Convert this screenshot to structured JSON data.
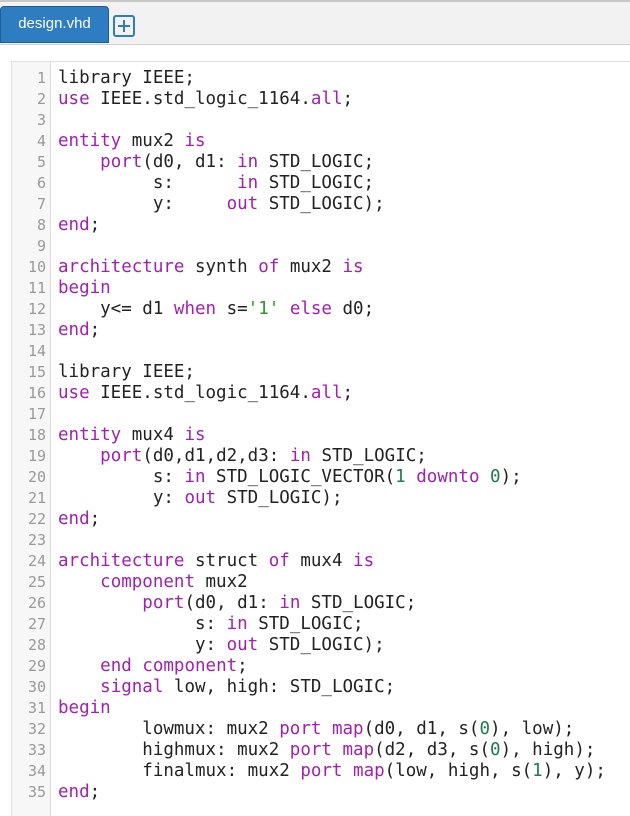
{
  "tab": {
    "filename": "design.vhd",
    "add_icon": "plus-square-icon"
  },
  "colors": {
    "keyword": "#a31eb3",
    "string": "#2a9a2a",
    "number": "#1a7f4a",
    "tab_active": "#2f7dc1"
  },
  "code_lines": [
    [
      [
        "t",
        "library IEEE;"
      ]
    ],
    [
      [
        "k",
        "use"
      ],
      [
        "t",
        " IEEE.std_logic_1164."
      ],
      [
        "k",
        "all"
      ],
      [
        "t",
        ";"
      ]
    ],
    [],
    [
      [
        "k",
        "entity"
      ],
      [
        "t",
        " mux2 "
      ],
      [
        "k",
        "is"
      ]
    ],
    [
      [
        "t",
        "    "
      ],
      [
        "k",
        "port"
      ],
      [
        "t",
        "(d0, d1: "
      ],
      [
        "k",
        "in"
      ],
      [
        "t",
        " STD_LOGIC;"
      ]
    ],
    [
      [
        "t",
        "         s:      "
      ],
      [
        "k",
        "in"
      ],
      [
        "t",
        " STD_LOGIC;"
      ]
    ],
    [
      [
        "t",
        "         y:     "
      ],
      [
        "k",
        "out"
      ],
      [
        "t",
        " STD_LOGIC);"
      ]
    ],
    [
      [
        "k",
        "end"
      ],
      [
        "t",
        ";"
      ]
    ],
    [],
    [
      [
        "k",
        "architecture"
      ],
      [
        "t",
        " synth "
      ],
      [
        "k",
        "of"
      ],
      [
        "t",
        " mux2 "
      ],
      [
        "k",
        "is"
      ]
    ],
    [
      [
        "k",
        "begin"
      ]
    ],
    [
      [
        "t",
        "    y<= d1 "
      ],
      [
        "k",
        "when"
      ],
      [
        "t",
        " s="
      ],
      [
        "s",
        "'1'"
      ],
      [
        "t",
        " "
      ],
      [
        "k",
        "else"
      ],
      [
        "t",
        " d0;"
      ]
    ],
    [
      [
        "k",
        "end"
      ],
      [
        "t",
        ";"
      ]
    ],
    [],
    [
      [
        "t",
        "library IEEE;"
      ]
    ],
    [
      [
        "k",
        "use"
      ],
      [
        "t",
        " IEEE.std_logic_1164."
      ],
      [
        "k",
        "all"
      ],
      [
        "t",
        ";"
      ]
    ],
    [],
    [
      [
        "k",
        "entity"
      ],
      [
        "t",
        " mux4 "
      ],
      [
        "k",
        "is"
      ]
    ],
    [
      [
        "t",
        "    "
      ],
      [
        "k",
        "port"
      ],
      [
        "t",
        "(d0,d1,d2,d3: "
      ],
      [
        "k",
        "in"
      ],
      [
        "t",
        " STD_LOGIC;"
      ]
    ],
    [
      [
        "t",
        "         s: "
      ],
      [
        "k",
        "in"
      ],
      [
        "t",
        " STD_LOGIC_VECTOR("
      ],
      [
        "n",
        "1"
      ],
      [
        "t",
        " "
      ],
      [
        "k",
        "downto"
      ],
      [
        "t",
        " "
      ],
      [
        "n",
        "0"
      ],
      [
        "t",
        ");"
      ]
    ],
    [
      [
        "t",
        "         y: "
      ],
      [
        "k",
        "out"
      ],
      [
        "t",
        " STD_LOGIC);"
      ]
    ],
    [
      [
        "k",
        "end"
      ],
      [
        "t",
        ";"
      ]
    ],
    [],
    [
      [
        "k",
        "architecture"
      ],
      [
        "t",
        " struct "
      ],
      [
        "k",
        "of"
      ],
      [
        "t",
        " mux4 "
      ],
      [
        "k",
        "is"
      ]
    ],
    [
      [
        "t",
        "    "
      ],
      [
        "k",
        "component"
      ],
      [
        "t",
        " mux2"
      ]
    ],
    [
      [
        "t",
        "        "
      ],
      [
        "k",
        "port"
      ],
      [
        "t",
        "(d0, d1: "
      ],
      [
        "k",
        "in"
      ],
      [
        "t",
        " STD_LOGIC;"
      ]
    ],
    [
      [
        "t",
        "             s: "
      ],
      [
        "k",
        "in"
      ],
      [
        "t",
        " STD_LOGIC;"
      ]
    ],
    [
      [
        "t",
        "             y: "
      ],
      [
        "k",
        "out"
      ],
      [
        "t",
        " STD_LOGIC);"
      ]
    ],
    [
      [
        "t",
        "    "
      ],
      [
        "k",
        "end"
      ],
      [
        "t",
        " "
      ],
      [
        "k",
        "component"
      ],
      [
        "t",
        ";"
      ]
    ],
    [
      [
        "t",
        "    "
      ],
      [
        "k",
        "signal"
      ],
      [
        "t",
        " low, high: STD_LOGIC;"
      ]
    ],
    [
      [
        "k",
        "begin"
      ]
    ],
    [
      [
        "t",
        "        lowmux: mux2 "
      ],
      [
        "k",
        "port"
      ],
      [
        "t",
        " "
      ],
      [
        "k",
        "map"
      ],
      [
        "t",
        "(d0, d1, s("
      ],
      [
        "n",
        "0"
      ],
      [
        "t",
        "), low);"
      ]
    ],
    [
      [
        "t",
        "        highmux: mux2 "
      ],
      [
        "k",
        "port"
      ],
      [
        "t",
        " "
      ],
      [
        "k",
        "map"
      ],
      [
        "t",
        "(d2, d3, s("
      ],
      [
        "n",
        "0"
      ],
      [
        "t",
        "), high);"
      ]
    ],
    [
      [
        "t",
        "        finalmux: mux2 "
      ],
      [
        "k",
        "port"
      ],
      [
        "t",
        " "
      ],
      [
        "k",
        "map"
      ],
      [
        "t",
        "(low, high, s("
      ],
      [
        "n",
        "1"
      ],
      [
        "t",
        "), y);"
      ]
    ],
    [
      [
        "k",
        "end"
      ],
      [
        "t",
        ";"
      ]
    ]
  ]
}
